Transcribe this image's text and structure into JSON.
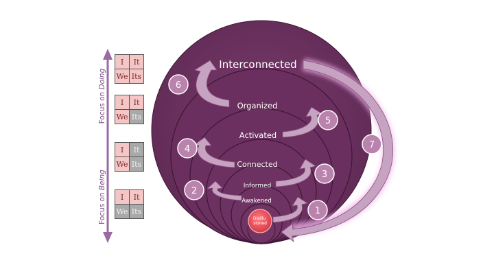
{
  "levels": {
    "interconnected": "Interconnected",
    "organized": "Organized",
    "activated": "Activated",
    "connected": "Connected",
    "informed": "Informed",
    "awakened": "Awakened",
    "disillusioned": "Disillusioned"
  },
  "steps": [
    "1",
    "2",
    "3",
    "4",
    "5",
    "6",
    "7"
  ],
  "axis": {
    "doing_prefix": "Focus on ",
    "doing_emphasis": "Doing",
    "being_prefix": "Focus on ",
    "being_emphasis": "Being"
  },
  "quadrant_labels": {
    "i": "I",
    "it": "It",
    "we": "We",
    "its": "Its"
  },
  "quadrant_states": [
    [
      "pink",
      "pink",
      "pink",
      "pink"
    ],
    [
      "pink",
      "pink",
      "pink",
      "grey"
    ],
    [
      "pink",
      "grey",
      "pink",
      "grey"
    ],
    [
      "pink",
      "pink",
      "grey",
      "grey"
    ]
  ],
  "colors": {
    "purple": "#6b2f5e",
    "purple_dark": "#4f1f46",
    "arrow_fill": "#c49bbe",
    "badge": "#b983ad",
    "core": "#e8505c",
    "pink_cell": "#f4c6c6",
    "grey_cell": "#a9a9a9",
    "axis": "#9a6aa3"
  }
}
